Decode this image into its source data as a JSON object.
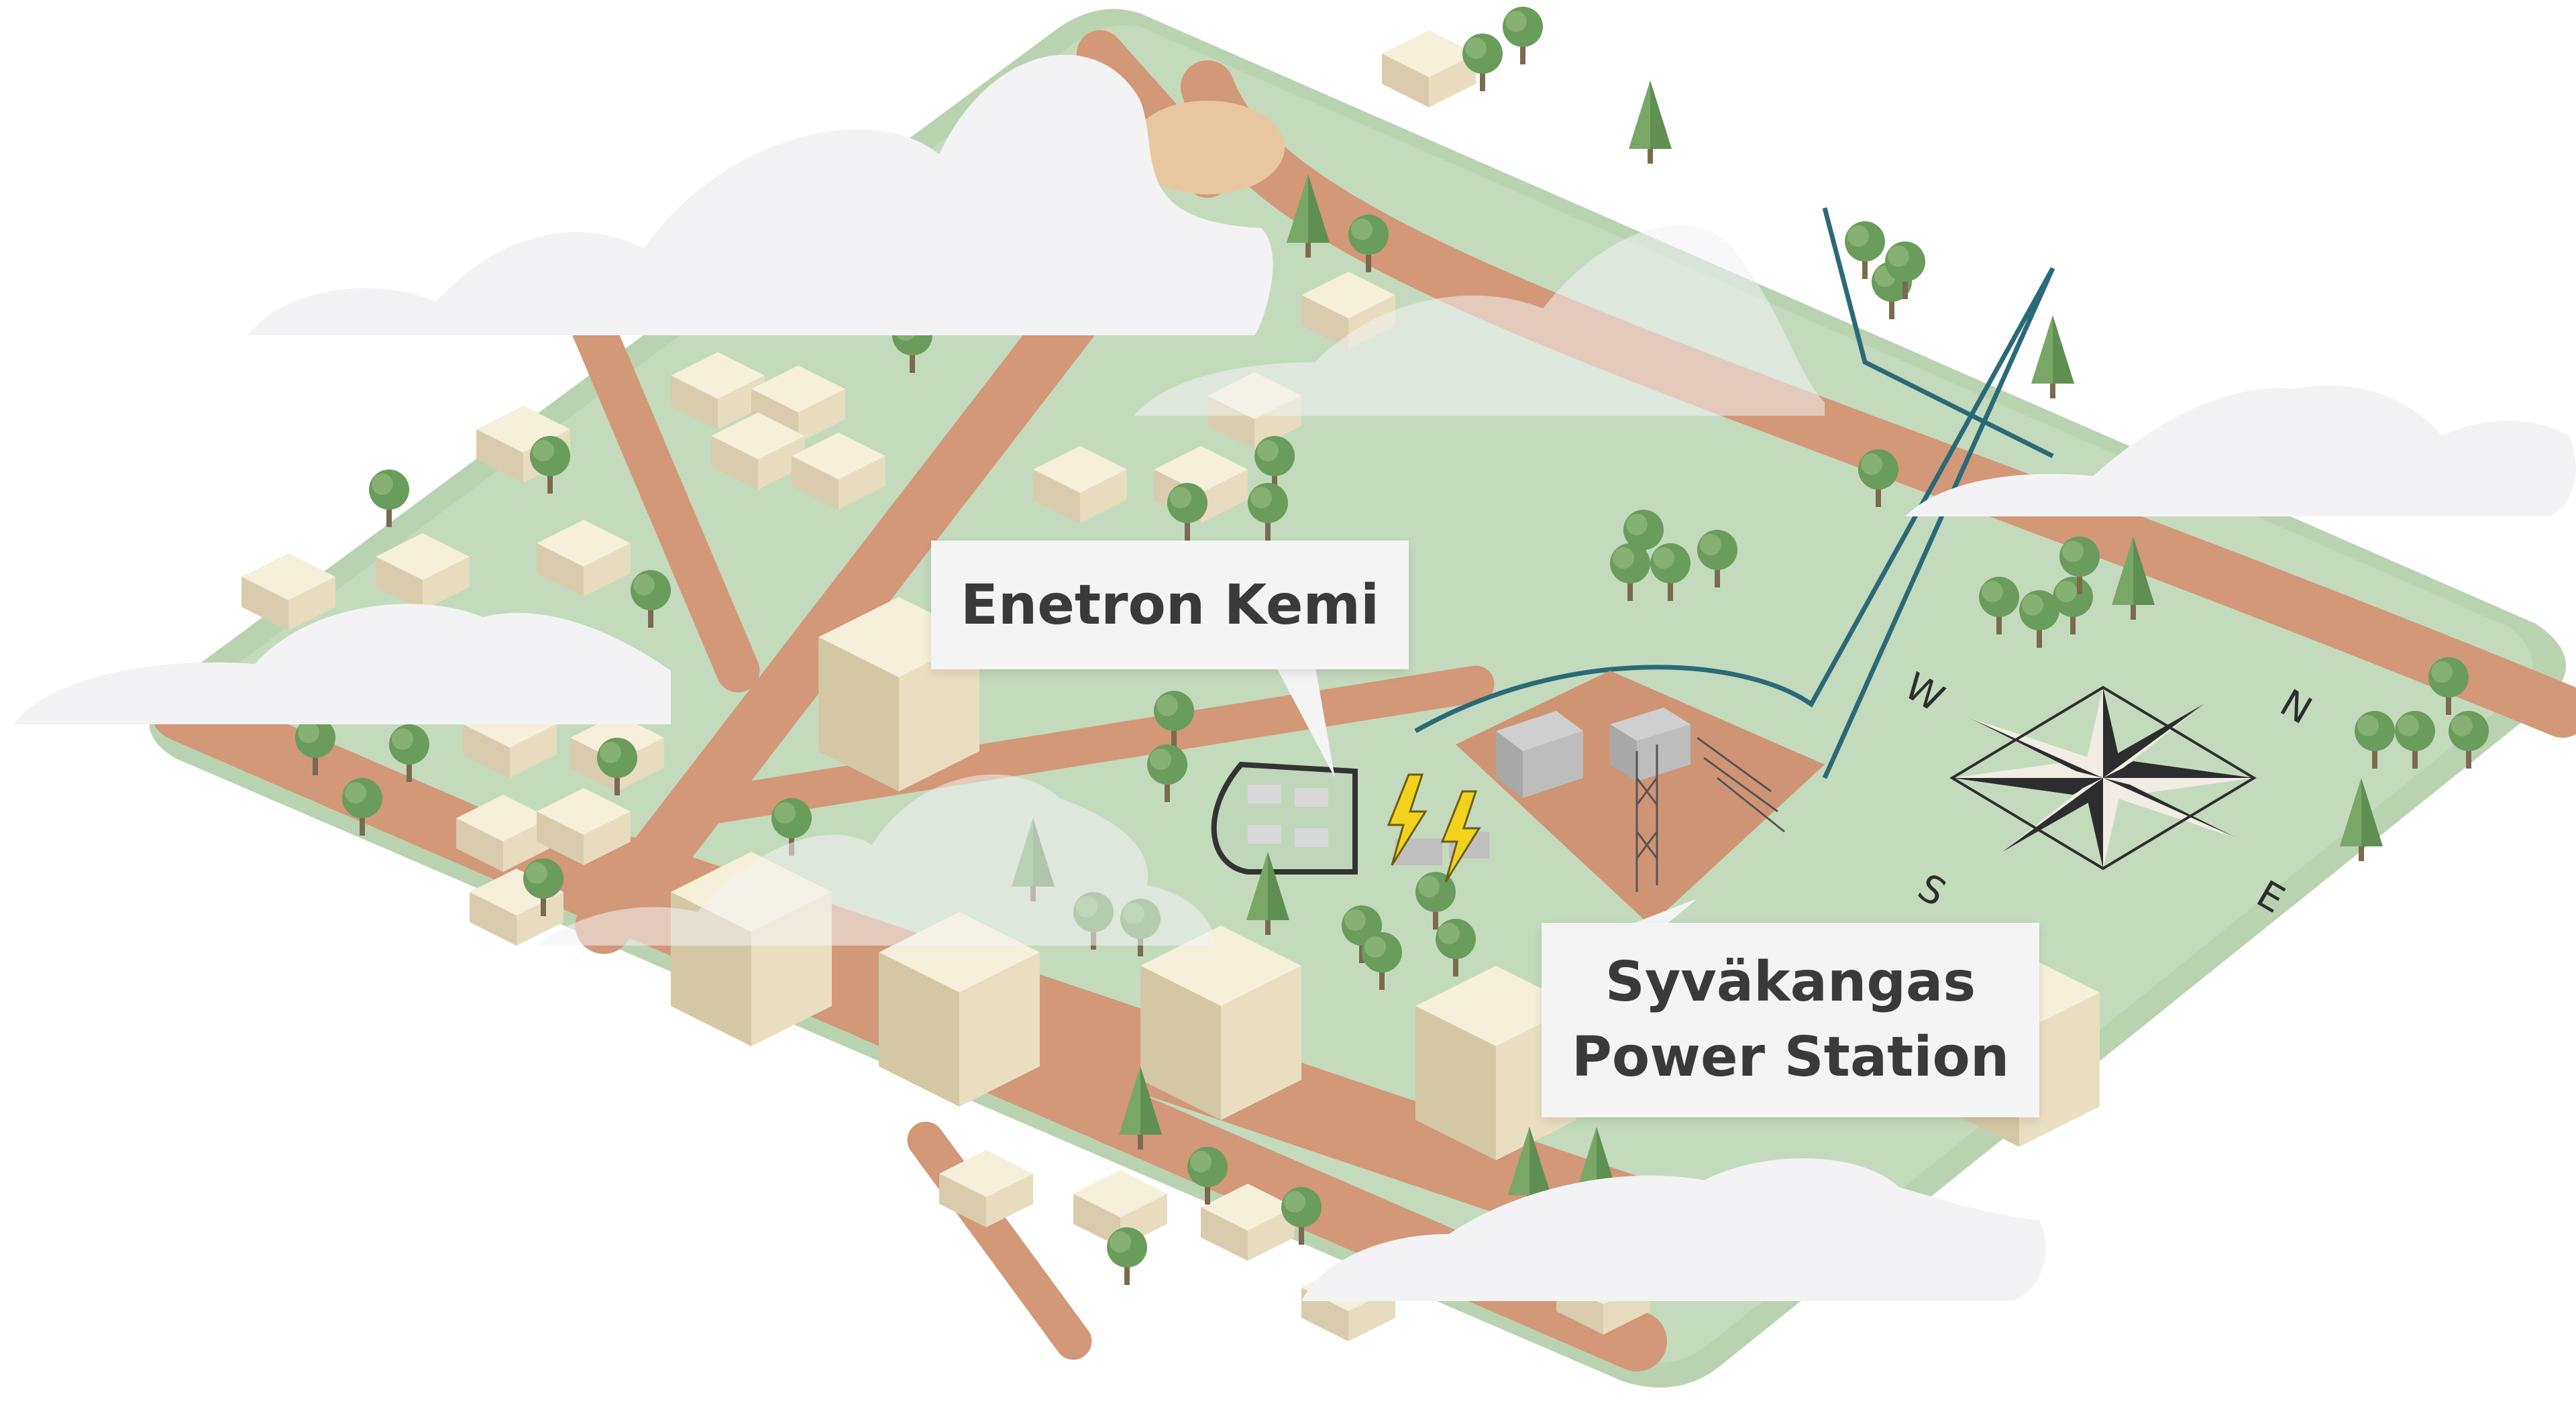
{
  "map": {
    "labels": {
      "enetron": "Enetron Kemi",
      "syvakangas_line1": "Syväkangas",
      "syvakangas_line2": "Power Station"
    },
    "compass": {
      "north": "N",
      "east": "E",
      "south": "S",
      "west": "W"
    },
    "icons": [
      "lightning-icon",
      "lightning-icon",
      "compass-rose-icon",
      "cloud-icon"
    ],
    "colors": {
      "ground": "#b9d3b1",
      "grass": "#c6dcc0",
      "road": "#d29878",
      "building": "#ece2c6",
      "tree": "#6a9c5c",
      "river": "#2a6a78",
      "power_pad": "#cf9474",
      "lightning": "#f2d21c",
      "cloud": "#f3f3f5",
      "label_bg": "#f4f4f4",
      "label_text": "#3a3a3a",
      "compass_dark": "#2d2d2f",
      "compass_light": "#f1ede4"
    }
  }
}
